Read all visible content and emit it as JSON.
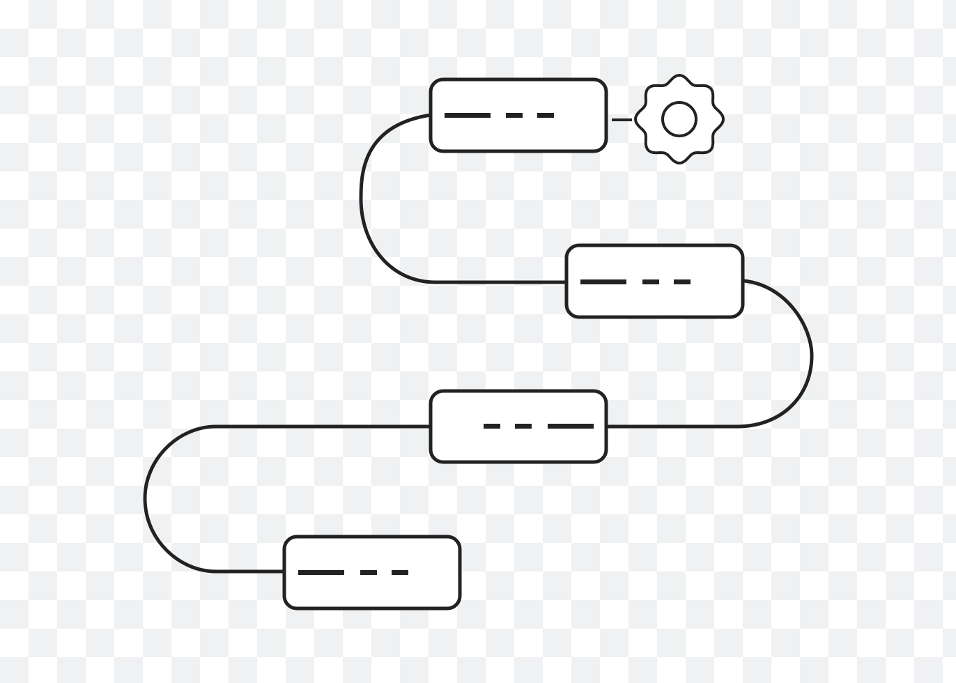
{
  "diagram": {
    "kind": "roadmap-flow",
    "stroke_color": "#222222",
    "box_fill": "#ffffff",
    "background_colors": [
      "#ffffff",
      "#f0f1f2"
    ],
    "icon": {
      "name": "gear-icon",
      "attached_to_step": 1
    },
    "steps": [
      {
        "id": 1,
        "placeholder": "long-short-short"
      },
      {
        "id": 2,
        "placeholder": "long-short-short"
      },
      {
        "id": 3,
        "placeholder": "short-short-long"
      },
      {
        "id": 4,
        "placeholder": "long-short-short"
      }
    ],
    "connector_style": "rounded-path"
  }
}
